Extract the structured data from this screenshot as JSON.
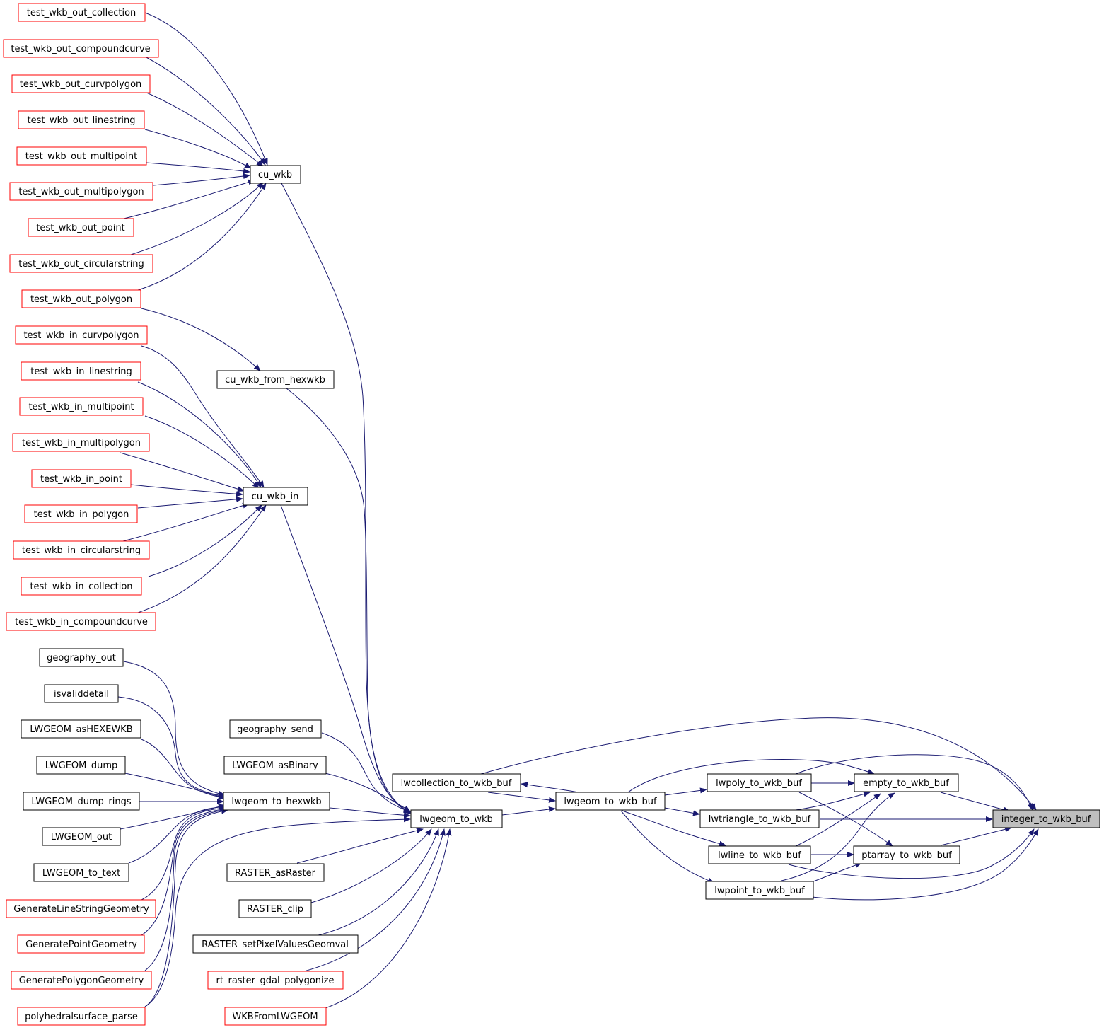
{
  "nodes": [
    {
      "id": "test_wkb_out_collection",
      "label": "test_wkb_out_collection",
      "kind": "red"
    },
    {
      "id": "test_wkb_out_compoundcurve",
      "label": "test_wkb_out_compoundcurve",
      "kind": "red"
    },
    {
      "id": "test_wkb_out_curvpolygon",
      "label": "test_wkb_out_curvpolygon",
      "kind": "red"
    },
    {
      "id": "test_wkb_out_linestring",
      "label": "test_wkb_out_linestring",
      "kind": "red"
    },
    {
      "id": "test_wkb_out_multipoint",
      "label": "test_wkb_out_multipoint",
      "kind": "red"
    },
    {
      "id": "test_wkb_out_multipolygon",
      "label": "test_wkb_out_multipolygon",
      "kind": "red"
    },
    {
      "id": "test_wkb_out_point",
      "label": "test_wkb_out_point",
      "kind": "red"
    },
    {
      "id": "test_wkb_out_circularstring",
      "label": "test_wkb_out_circularstring",
      "kind": "red"
    },
    {
      "id": "test_wkb_out_polygon",
      "label": "test_wkb_out_polygon",
      "kind": "red"
    },
    {
      "id": "test_wkb_in_curvpolygon",
      "label": "test_wkb_in_curvpolygon",
      "kind": "red"
    },
    {
      "id": "test_wkb_in_linestring",
      "label": "test_wkb_in_linestring",
      "kind": "red"
    },
    {
      "id": "test_wkb_in_multipoint",
      "label": "test_wkb_in_multipoint",
      "kind": "red"
    },
    {
      "id": "test_wkb_in_multipolygon",
      "label": "test_wkb_in_multipolygon",
      "kind": "red"
    },
    {
      "id": "test_wkb_in_point",
      "label": "test_wkb_in_point",
      "kind": "red"
    },
    {
      "id": "test_wkb_in_polygon",
      "label": "test_wkb_in_polygon",
      "kind": "red"
    },
    {
      "id": "test_wkb_in_circularstring",
      "label": "test_wkb_in_circularstring",
      "kind": "red"
    },
    {
      "id": "test_wkb_in_collection",
      "label": "test_wkb_in_collection",
      "kind": "red"
    },
    {
      "id": "test_wkb_in_compoundcurve",
      "label": "test_wkb_in_compoundcurve",
      "kind": "red"
    },
    {
      "id": "geography_out",
      "label": "geography_out",
      "kind": "black"
    },
    {
      "id": "isvaliddetail",
      "label": "isvaliddetail",
      "kind": "black"
    },
    {
      "id": "LWGEOM_asHEXEWKB",
      "label": "LWGEOM_asHEXEWKB",
      "kind": "black"
    },
    {
      "id": "LWGEOM_dump",
      "label": "LWGEOM_dump",
      "kind": "black"
    },
    {
      "id": "LWGEOM_dump_rings",
      "label": "LWGEOM_dump_rings",
      "kind": "black"
    },
    {
      "id": "LWGEOM_out",
      "label": "LWGEOM_out",
      "kind": "black"
    },
    {
      "id": "LWGEOM_to_text",
      "label": "LWGEOM_to_text",
      "kind": "black"
    },
    {
      "id": "GenerateLineStringGeometry",
      "label": "GenerateLineStringGeometry",
      "kind": "red"
    },
    {
      "id": "GeneratePointGeometry",
      "label": "GeneratePointGeometry",
      "kind": "red"
    },
    {
      "id": "GeneratePolygonGeometry",
      "label": "GeneratePolygonGeometry",
      "kind": "red"
    },
    {
      "id": "polyhedralsurface_parse",
      "label": "polyhedralsurface_parse",
      "kind": "red"
    },
    {
      "id": "cu_wkb",
      "label": "cu_wkb",
      "kind": "black"
    },
    {
      "id": "cu_wkb_from_hexwkb",
      "label": "cu_wkb_from_hexwkb",
      "kind": "black"
    },
    {
      "id": "cu_wkb_in",
      "label": "cu_wkb_in",
      "kind": "black"
    },
    {
      "id": "geography_send",
      "label": "geography_send",
      "kind": "black"
    },
    {
      "id": "LWGEOM_asBinary",
      "label": "LWGEOM_asBinary",
      "kind": "black"
    },
    {
      "id": "lwgeom_to_hexwkb",
      "label": "lwgeom_to_hexwkb",
      "kind": "black"
    },
    {
      "id": "RASTER_asRaster",
      "label": "RASTER_asRaster",
      "kind": "black"
    },
    {
      "id": "RASTER_clip",
      "label": "RASTER_clip",
      "kind": "black"
    },
    {
      "id": "RASTER_setPixelValuesGeomval",
      "label": "RASTER_setPixelValuesGeomval",
      "kind": "black"
    },
    {
      "id": "rt_raster_gdal_polygonize",
      "label": "rt_raster_gdal_polygonize",
      "kind": "red"
    },
    {
      "id": "WKBFromLWGEOM",
      "label": "WKBFromLWGEOM",
      "kind": "red"
    },
    {
      "id": "lwcollection_to_wkb_buf",
      "label": "lwcollection_to_wkb_buf",
      "kind": "black"
    },
    {
      "id": "lwgeom_to_wkb",
      "label": "lwgeom_to_wkb",
      "kind": "black"
    },
    {
      "id": "lwgeom_to_wkb_buf",
      "label": "lwgeom_to_wkb_buf",
      "kind": "black"
    },
    {
      "id": "lwpoly_to_wkb_buf",
      "label": "lwpoly_to_wkb_buf",
      "kind": "black"
    },
    {
      "id": "lwtriangle_to_wkb_buf",
      "label": "lwtriangle_to_wkb_buf",
      "kind": "black"
    },
    {
      "id": "lwline_to_wkb_buf",
      "label": "lwline_to_wkb_buf",
      "kind": "black"
    },
    {
      "id": "lwpoint_to_wkb_buf",
      "label": "lwpoint_to_wkb_buf",
      "kind": "black"
    },
    {
      "id": "empty_to_wkb_buf",
      "label": "empty_to_wkb_buf",
      "kind": "black"
    },
    {
      "id": "ptarray_to_wkb_buf",
      "label": "ptarray_to_wkb_buf",
      "kind": "black"
    },
    {
      "id": "integer_to_wkb_buf",
      "label": "integer_to_wkb_buf",
      "kind": "focus"
    }
  ],
  "edges": [
    [
      "test_wkb_out_collection",
      "cu_wkb"
    ],
    [
      "test_wkb_out_compoundcurve",
      "cu_wkb"
    ],
    [
      "test_wkb_out_curvpolygon",
      "cu_wkb"
    ],
    [
      "test_wkb_out_linestring",
      "cu_wkb"
    ],
    [
      "test_wkb_out_multipoint",
      "cu_wkb"
    ],
    [
      "test_wkb_out_multipolygon",
      "cu_wkb"
    ],
    [
      "test_wkb_out_point",
      "cu_wkb"
    ],
    [
      "test_wkb_out_circularstring",
      "cu_wkb"
    ],
    [
      "test_wkb_out_polygon",
      "cu_wkb"
    ],
    [
      "test_wkb_out_polygon",
      "cu_wkb_from_hexwkb"
    ],
    [
      "test_wkb_in_curvpolygon",
      "cu_wkb_in"
    ],
    [
      "test_wkb_in_linestring",
      "cu_wkb_in"
    ],
    [
      "test_wkb_in_multipoint",
      "cu_wkb_in"
    ],
    [
      "test_wkb_in_multipolygon",
      "cu_wkb_in"
    ],
    [
      "test_wkb_in_point",
      "cu_wkb_in"
    ],
    [
      "test_wkb_in_polygon",
      "cu_wkb_in"
    ],
    [
      "test_wkb_in_circularstring",
      "cu_wkb_in"
    ],
    [
      "test_wkb_in_collection",
      "cu_wkb_in"
    ],
    [
      "test_wkb_in_compoundcurve",
      "cu_wkb_in"
    ],
    [
      "geography_out",
      "lwgeom_to_hexwkb"
    ],
    [
      "isvaliddetail",
      "lwgeom_to_hexwkb"
    ],
    [
      "LWGEOM_asHEXEWKB",
      "lwgeom_to_hexwkb"
    ],
    [
      "LWGEOM_dump",
      "lwgeom_to_hexwkb"
    ],
    [
      "LWGEOM_dump_rings",
      "lwgeom_to_hexwkb"
    ],
    [
      "LWGEOM_out",
      "lwgeom_to_hexwkb"
    ],
    [
      "LWGEOM_to_text",
      "lwgeom_to_hexwkb"
    ],
    [
      "GenerateLineStringGeometry",
      "lwgeom_to_hexwkb"
    ],
    [
      "GeneratePointGeometry",
      "lwgeom_to_hexwkb"
    ],
    [
      "GeneratePolygonGeometry",
      "lwgeom_to_hexwkb"
    ],
    [
      "polyhedralsurface_parse",
      "lwgeom_to_hexwkb"
    ],
    [
      "polyhedralsurface_parse",
      "lwgeom_to_wkb"
    ],
    [
      "cu_wkb",
      "lwgeom_to_wkb"
    ],
    [
      "cu_wkb_from_hexwkb",
      "lwgeom_to_wkb"
    ],
    [
      "cu_wkb_in",
      "lwgeom_to_wkb"
    ],
    [
      "geography_send",
      "lwgeom_to_wkb"
    ],
    [
      "LWGEOM_asBinary",
      "lwgeom_to_wkb"
    ],
    [
      "lwgeom_to_hexwkb",
      "lwgeom_to_wkb"
    ],
    [
      "RASTER_asRaster",
      "lwgeom_to_wkb"
    ],
    [
      "RASTER_clip",
      "lwgeom_to_wkb"
    ],
    [
      "RASTER_setPixelValuesGeomval",
      "lwgeom_to_wkb"
    ],
    [
      "rt_raster_gdal_polygonize",
      "lwgeom_to_wkb"
    ],
    [
      "WKBFromLWGEOM",
      "lwgeom_to_wkb"
    ],
    [
      "lwgeom_to_wkb",
      "lwgeom_to_wkb_buf"
    ],
    [
      "lwgeom_to_wkb_buf",
      "lwcollection_to_wkb_buf"
    ],
    [
      "lwcollection_to_wkb_buf",
      "lwgeom_to_wkb_buf"
    ],
    [
      "lwgeom_to_wkb_buf",
      "lwpoly_to_wkb_buf"
    ],
    [
      "lwgeom_to_wkb_buf",
      "lwtriangle_to_wkb_buf"
    ],
    [
      "lwgeom_to_wkb_buf",
      "lwline_to_wkb_buf"
    ],
    [
      "lwgeom_to_wkb_buf",
      "lwpoint_to_wkb_buf"
    ],
    [
      "lwgeom_to_wkb_buf",
      "empty_to_wkb_buf"
    ],
    [
      "lwpoly_to_wkb_buf",
      "empty_to_wkb_buf"
    ],
    [
      "lwpoly_to_wkb_buf",
      "ptarray_to_wkb_buf"
    ],
    [
      "lwtriangle_to_wkb_buf",
      "empty_to_wkb_buf"
    ],
    [
      "lwline_to_wkb_buf",
      "empty_to_wkb_buf"
    ],
    [
      "lwline_to_wkb_buf",
      "ptarray_to_wkb_buf"
    ],
    [
      "lwpoint_to_wkb_buf",
      "empty_to_wkb_buf"
    ],
    [
      "lwpoint_to_wkb_buf",
      "ptarray_to_wkb_buf"
    ],
    [
      "lwcollection_to_wkb_buf",
      "integer_to_wkb_buf"
    ],
    [
      "empty_to_wkb_buf",
      "integer_to_wkb_buf"
    ],
    [
      "lwtriangle_to_wkb_buf",
      "integer_to_wkb_buf"
    ],
    [
      "ptarray_to_wkb_buf",
      "integer_to_wkb_buf"
    ],
    [
      "lwline_to_wkb_buf",
      "integer_to_wkb_buf"
    ],
    [
      "lwpoint_to_wkb_buf",
      "integer_to_wkb_buf"
    ]
  ]
}
